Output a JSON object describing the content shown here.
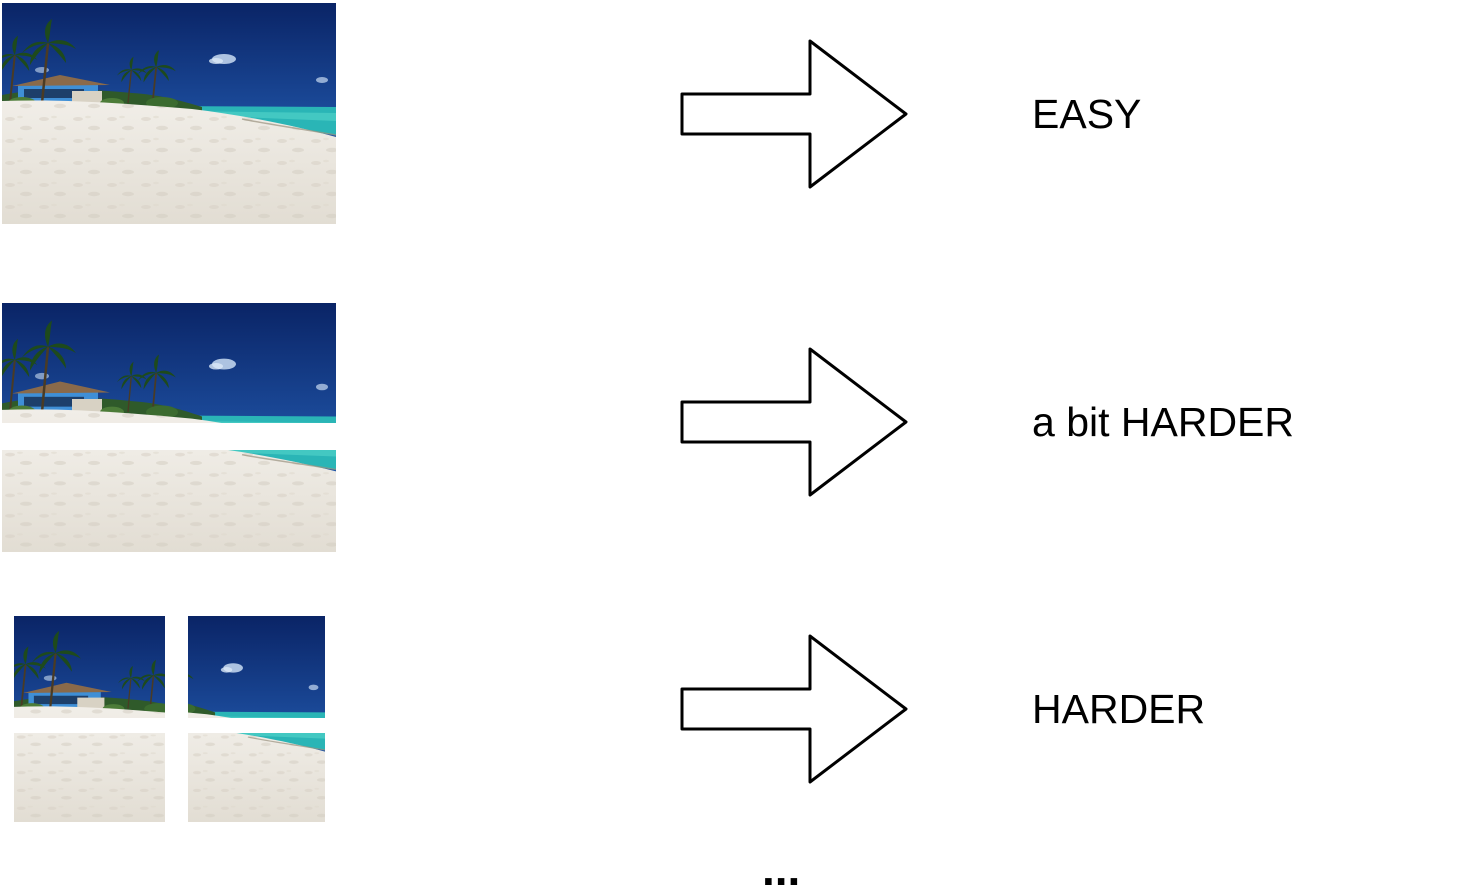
{
  "rows": [
    {
      "label": "EASY"
    },
    {
      "label": "a bit HARDER"
    },
    {
      "label": "HARDER"
    }
  ],
  "continuation": "...",
  "colors": {
    "sky_top": "#0b2a73",
    "sky_bottom": "#2f76c2",
    "sea": "#2bb6b9",
    "sand": "#ece8e0",
    "house": "#3f8fd6",
    "arrow_stroke": "#000000",
    "arrow_fill": "#ffffff"
  }
}
